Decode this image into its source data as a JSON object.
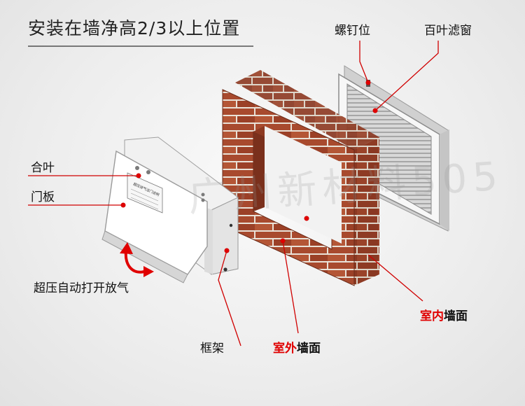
{
  "title": "安装在墙净高2/3以上位置",
  "watermark": "广州新材料505",
  "labels": {
    "screw": "螺钉位",
    "louver": "百叶滤窗",
    "leaf": "合叶",
    "door_panel": "门板",
    "auto_open": "超压自动打开放气",
    "frame": "框架",
    "outdoor_prefix": "室外",
    "outdoor_suffix": "墙面",
    "indoor_prefix": "室内",
    "indoor_suffix": "墙面"
  },
  "panel_text": "超压排气活门说明",
  "colors": {
    "accent_red": "#e00000",
    "brick": "#a84a2e",
    "mortar": "#e9e2d8"
  }
}
